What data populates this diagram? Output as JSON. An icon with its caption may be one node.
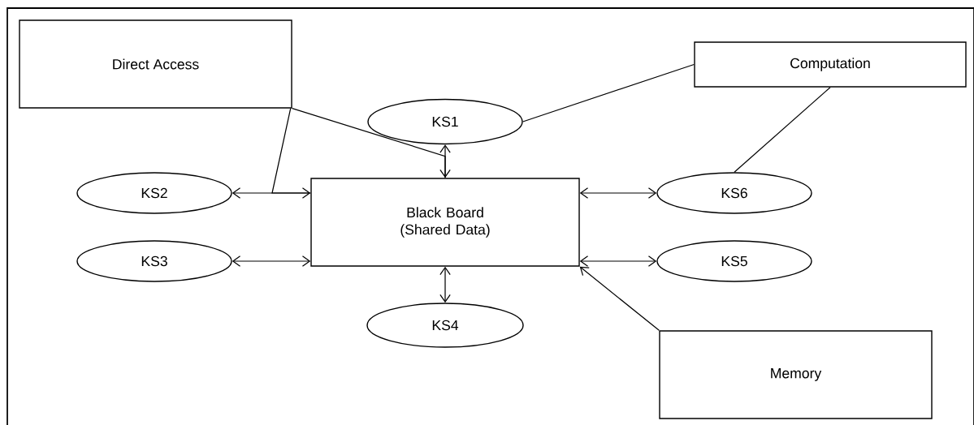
{
  "diagram": {
    "nodes": [
      {
        "text": [
          "Direct Access"
        ]
      },
      {
        "text": [
          "Computation"
        ]
      },
      {
        "text": [
          "KS1"
        ]
      },
      {
        "text": [
          "KS2"
        ]
      },
      {
        "text": [
          "Black Board (Shared Data)"
        ]
      },
      {
        "text": [
          "KS6"
        ]
      },
      {
        "text": [
          "KS3"
        ]
      },
      {
        "text": [
          "KS5"
        ]
      },
      {
        "text": [
          "KS4"
        ]
      },
      {
        "text": [
          "Memory"
        ]
      }
    ],
    "edges": [
      {
        "from": 2,
        "to": 4,
        "arrow": "both"
      },
      {
        "from": 3,
        "to": 4,
        "arrow": "both"
      },
      {
        "from": 6,
        "to": 4,
        "arrow": "both"
      },
      {
        "from": 8,
        "to": 4,
        "arrow": "both"
      },
      {
        "from": 5,
        "to": 4,
        "arrow": "both"
      },
      {
        "from": 7,
        "to": 4,
        "arrow": "both"
      },
      {
        "from": 0,
        "to": 4,
        "arrow": "none"
      },
      {
        "from": 0,
        "to": 4,
        "arrow": "none"
      },
      {
        "from": 2,
        "to": 1,
        "arrow": "none"
      },
      {
        "from": 1,
        "to": 5,
        "arrow": "none"
      },
      {
        "from": 9,
        "to": 4,
        "arrow": "to"
      }
    ]
  }
}
